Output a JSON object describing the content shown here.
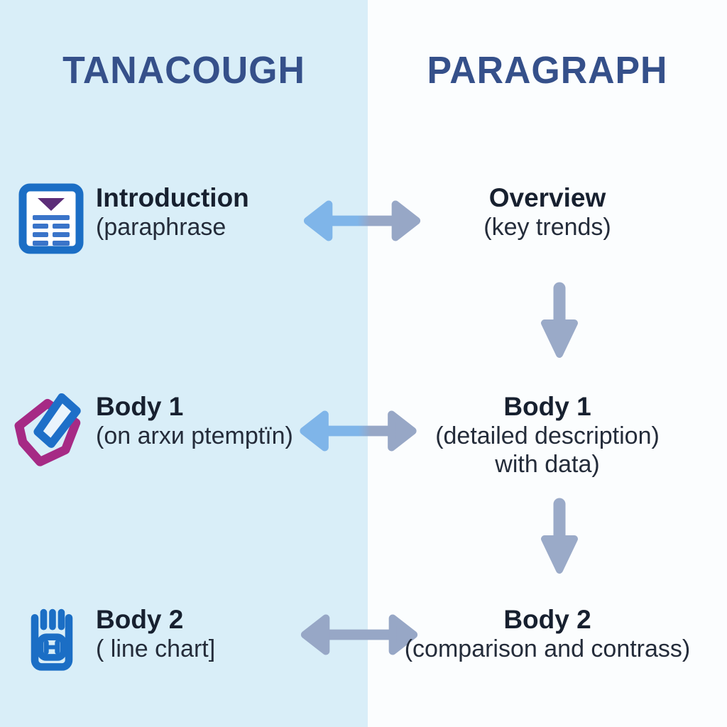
{
  "diagram": {
    "left_column": {
      "title": "TANACOUGH",
      "background": "#d9eef8"
    },
    "right_column": {
      "title": "PARAGRAPH",
      "background": "#fbfdfe"
    },
    "rows": [
      {
        "left": {
          "icon": "document-icon",
          "heading": "Introduction",
          "subtext": "(paraphrase"
        },
        "right": {
          "heading": "Overview",
          "subtext": "(key trends)"
        },
        "connector": "double-arrow"
      },
      {
        "left": {
          "icon": "badge-check-icon",
          "heading": "Body 1",
          "subtext": "(on arxи ptemptïn)"
        },
        "right": {
          "heading": "Body 1",
          "subtext": "(detailed description)",
          "subtext2": "with data)"
        },
        "connector": "double-arrow"
      },
      {
        "left": {
          "icon": "notebook-icon",
          "heading": "Body 2",
          "subtext": "( line chart]"
        },
        "right": {
          "heading": "Body 2",
          "subtext": "(comparison and contrass)"
        },
        "connector": "double-arrow"
      }
    ],
    "colors": {
      "header_text": "#35508a",
      "heading_text": "#17202f",
      "subtext": "#242c3a",
      "arrow_blue": "#7fb5e9",
      "arrow_gray": "#97a7c6",
      "down_arrow": "#9aaac8",
      "icon_blue": "#1b6ec5",
      "icon_purple": "#5c2d78",
      "icon_magenta": "#a62a85"
    }
  }
}
